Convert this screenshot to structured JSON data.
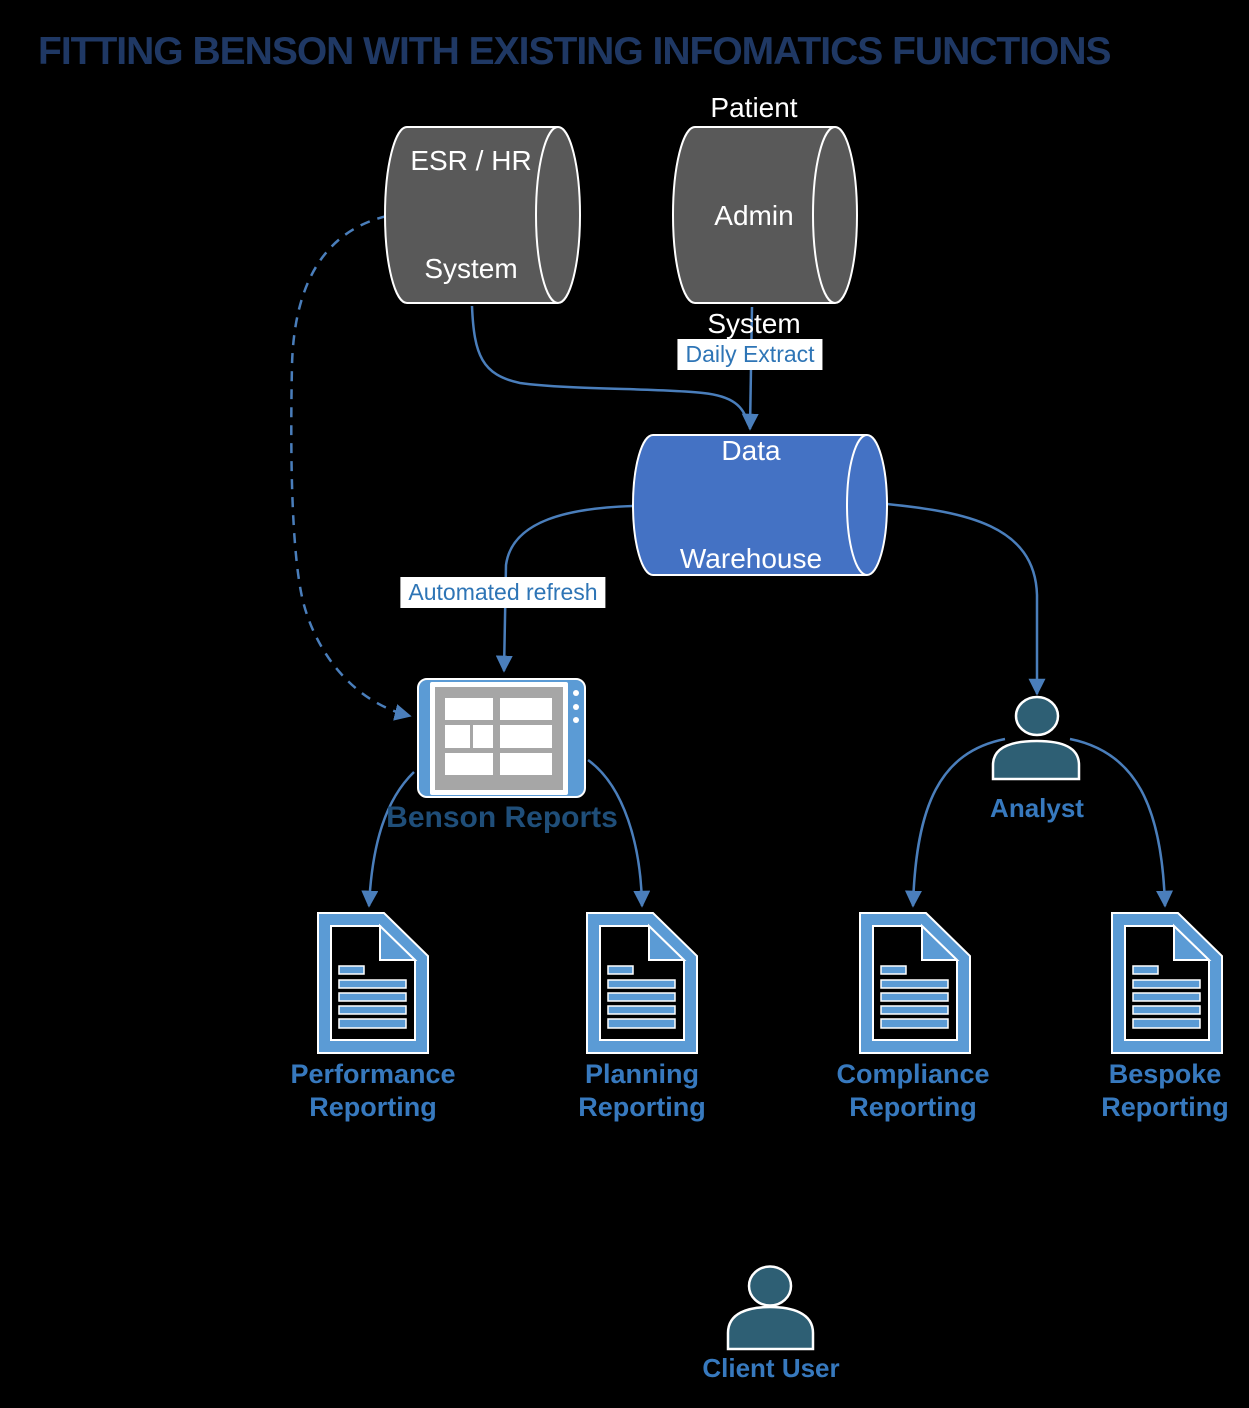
{
  "title": "FITTING BENSON WITH EXISTING INFOMATICS FUNCTIONS",
  "colors": {
    "background": "#000000",
    "title_text": "#1F3864",
    "cylinder_gray": "#595959",
    "cylinder_blue": "#4472C4",
    "arrow_blue": "#4A7EBB",
    "edge_label_blue": "#2E75B6",
    "caption_blue": "#3779BE",
    "caption_dark_blue": "#1F4E79",
    "icon_blue": "#5B9BD5",
    "person_teal": "#2E5F74",
    "tablet_screen_gray": "#A6A6A6"
  },
  "nodes": {
    "esr": {
      "icon": "cylinder-database-icon",
      "lines": [
        "ESR / HR",
        "System"
      ]
    },
    "pas": {
      "icon": "cylinder-database-icon",
      "lines": [
        "Patient",
        "Admin",
        "System"
      ]
    },
    "warehouse": {
      "icon": "cylinder-database-icon",
      "lines": [
        "Data",
        "Warehouse"
      ]
    },
    "benson": {
      "icon": "tablet-dashboard-icon",
      "label": "Benson Reports"
    },
    "analyst": {
      "icon": "person-icon",
      "label": "Analyst"
    },
    "client": {
      "icon": "person-icon",
      "label": "Client User"
    }
  },
  "edges": {
    "daily_extract": "Daily Extract",
    "automated_refresh": "Automated refresh"
  },
  "outputs": [
    {
      "icon": "document-icon",
      "lines": [
        "Performance",
        "Reporting"
      ]
    },
    {
      "icon": "document-icon",
      "lines": [
        "Planning",
        "Reporting"
      ]
    },
    {
      "icon": "document-icon",
      "lines": [
        "Compliance",
        "Reporting"
      ]
    },
    {
      "icon": "document-icon",
      "lines": [
        "Bespoke",
        "Reporting"
      ]
    }
  ]
}
